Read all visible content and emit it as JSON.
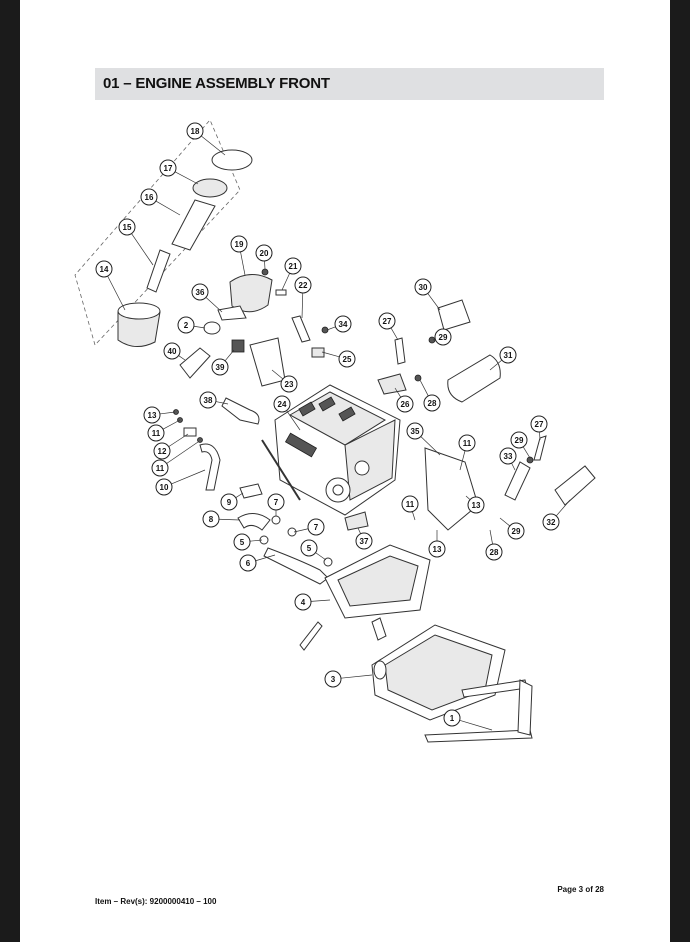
{
  "header": {
    "title": "01 – ENGINE ASSEMBLY FRONT"
  },
  "footer": {
    "page": "Page 3 of 28",
    "item_rev": "Item – Rev(s): 9200000410 – 100"
  },
  "callouts": [
    "18",
    "17",
    "16",
    "15",
    "14",
    "19",
    "20",
    "21",
    "22",
    "36",
    "2",
    "40",
    "39",
    "34",
    "25",
    "27",
    "30",
    "29",
    "31",
    "23",
    "38",
    "24",
    "26",
    "28",
    "13",
    "11",
    "12",
    "11",
    "10",
    "35",
    "11",
    "27",
    "29",
    "33",
    "9",
    "7",
    "8",
    "7",
    "5",
    "6",
    "5",
    "37",
    "11",
    "13",
    "29",
    "13",
    "28",
    "32",
    "4",
    "3",
    "1"
  ]
}
